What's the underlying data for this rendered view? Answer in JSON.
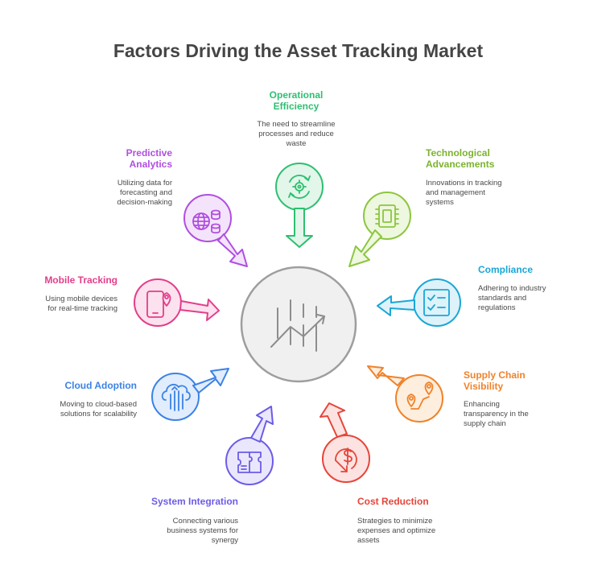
{
  "title": "Factors Driving the Asset Tracking Market",
  "colors": {
    "center": "#9e9e9e",
    "operational": "#2fbf71",
    "technological": "#8cc63f",
    "compliance": "#1aa7d6",
    "supply_chain": "#f0822a",
    "cost": "#e6453a",
    "integration": "#6b5ce7",
    "cloud": "#3b82e6",
    "mobile": "#e33e8a",
    "predictive": "#b14ee0"
  },
  "factors": [
    {
      "key": "operational",
      "icon": "gear-cycle-icon",
      "name": [
        "Operational",
        "Efficiency"
      ],
      "desc": [
        "The need to streamline",
        "processes and reduce",
        "waste"
      ]
    },
    {
      "key": "technological",
      "icon": "chip-icon",
      "name": [
        "Technological",
        "Advancements"
      ],
      "desc": [
        "Innovations in tracking",
        "and management",
        "systems"
      ]
    },
    {
      "key": "compliance",
      "icon": "checklist-icon",
      "name": [
        "Compliance"
      ],
      "desc": [
        "Adhering to industry",
        "standards and",
        "regulations"
      ]
    },
    {
      "key": "supply_chain",
      "icon": "route-pins-icon",
      "name": [
        "Supply Chain",
        "Visibility"
      ],
      "desc": [
        "Enhancing",
        "transparency in the",
        "supply chain"
      ]
    },
    {
      "key": "cost",
      "icon": "dollar-down-icon",
      "name": [
        "Cost Reduction"
      ],
      "desc": [
        "Strategies to minimize",
        "expenses and optimize",
        "assets"
      ]
    },
    {
      "key": "integration",
      "icon": "puzzle-icon",
      "name": [
        "System Integration"
      ],
      "desc": [
        "Connecting various",
        "business systems for",
        "synergy"
      ]
    },
    {
      "key": "cloud",
      "icon": "cloud-upload-icon",
      "name": [
        "Cloud Adoption"
      ],
      "desc": [
        "Moving to cloud-based",
        "solutions for scalability"
      ]
    },
    {
      "key": "mobile",
      "icon": "mobile-location-icon",
      "name": [
        "Mobile Tracking"
      ],
      "desc": [
        "Using mobile devices",
        "for real-time tracking"
      ]
    },
    {
      "key": "predictive",
      "icon": "globe-database-icon",
      "name": [
        "Predictive",
        "Analytics"
      ],
      "desc": [
        "Utilizing data for",
        "forecasting and",
        "decision-making"
      ]
    }
  ],
  "center": {
    "icon": "market-growth-icon"
  }
}
